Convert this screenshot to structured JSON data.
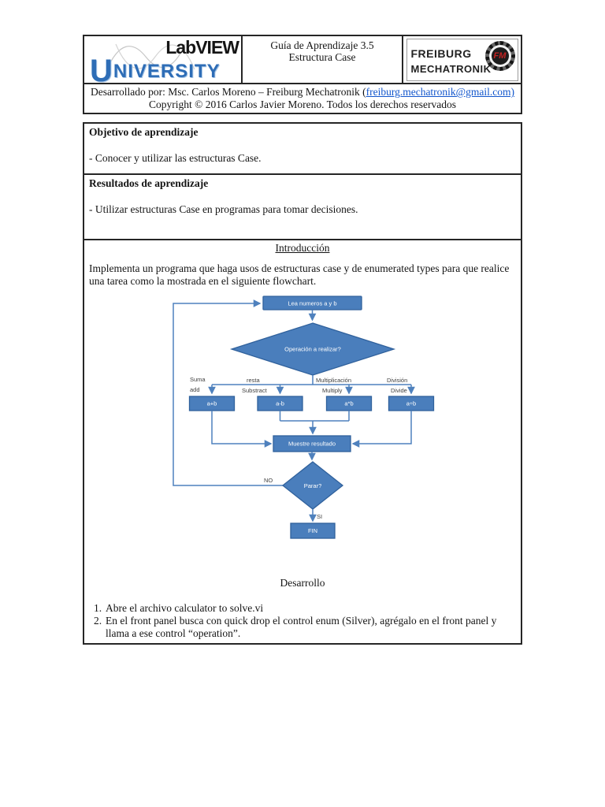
{
  "header": {
    "labview_logo": {
      "u": "U",
      "niversity": "NIVERSITY",
      "labview": "LabVIEW"
    },
    "title_line1": "Guía de Aprendizaje 3.5",
    "title_line2": "Estructura Case",
    "freiburg_logo": {
      "line1": "FREIBURG",
      "line2": "MECHATRONIK",
      "monogram": "FM"
    },
    "developed_by_prefix": "Desarrollado por: Msc. Carlos Moreno – Freiburg Mechatronik (",
    "email_link": "freiburg.mechatronik@gmail.com)",
    "copyright": "Copyright © 2016 Carlos Javier Moreno. Todos los derechos reservados"
  },
  "sections": {
    "objective": {
      "heading": "Objetivo de aprendizaje",
      "body": "- Conocer y utilizar las estructuras Case."
    },
    "results": {
      "heading": "Resultados de aprendizaje",
      "body": "- Utilizar estructuras Case en programas para tomar decisiones."
    },
    "introduction": {
      "heading": "Introducción",
      "paragraph": "Implementa un programa que haga usos de estructuras case y de enumerated types para que realice una tarea como la mostrada en el siguiente flowchart."
    },
    "development": {
      "heading": "Desarrollo",
      "steps": [
        {
          "number": "1.",
          "text": "Abre el archivo calculator to solve.vi"
        },
        {
          "number": "2.",
          "text": "En el front panel busca con quick drop el control enum (Silver), agrégalo en el front panel y llama a ese control “operation”."
        }
      ]
    }
  },
  "flowchart": {
    "start": "Lea numeros a y b",
    "decision": "Operación a realizar?",
    "branches": [
      {
        "label1": "Suma",
        "label2": "add",
        "op": "a+b"
      },
      {
        "label1": "resta",
        "label2": "Substract",
        "op": "a-b"
      },
      {
        "label1": "Multiplicación",
        "label2": "Multiply",
        "op": "a*b"
      },
      {
        "label1": "División",
        "label2": "Divide",
        "op": "a÷b"
      }
    ],
    "result": "Muestre resultado",
    "stop_decision": "Parar?",
    "no_label": "NO",
    "yes_label": "SI",
    "end": "FIN",
    "colors": {
      "shape_fill": "#4a7ebc",
      "shape_border": "#30619c",
      "line": "#4f81bd"
    }
  }
}
